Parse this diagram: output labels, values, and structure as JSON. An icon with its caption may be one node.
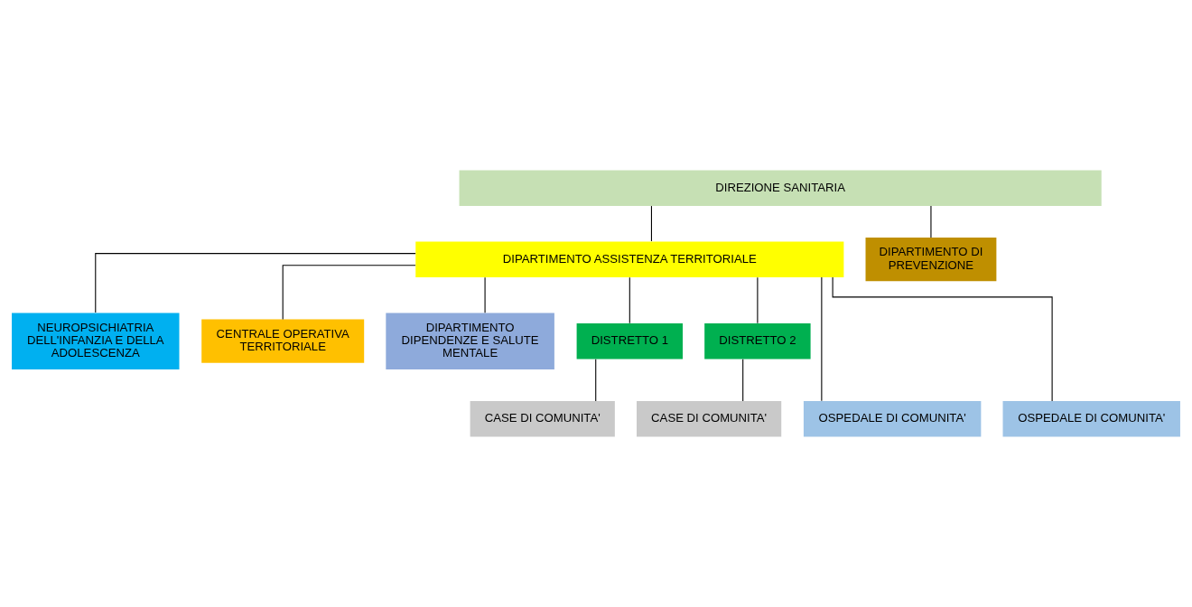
{
  "diagram": {
    "nodes": [
      {
        "text": [
          "DIREZIONE SANITARIA"
        ]
      },
      {
        "text": [
          "DIPARTIMENTO ASSISTENZA TERRITORIALE"
        ]
      },
      {
        "text": [
          "DIPARTIMENTO DI PREVENZIONE"
        ]
      },
      {
        "text": [
          "NEUROPSICHIATRIA DELL'INFANZIA E DELLA ADOLESCENZA"
        ]
      },
      {
        "text": [
          "CENTRALE OPERATIVA TERRITORIALE"
        ]
      },
      {
        "text": [
          "DIPARTIMENTO DIPENDENZE E SALUTE MENTALE"
        ]
      },
      {
        "text": [
          "DISTRETTO 1"
        ]
      },
      {
        "text": [
          "DISTRETTO 2"
        ]
      },
      {
        "text": [
          "OSPEDALE DI COMUNITA'"
        ]
      },
      {
        "text": [
          "CASE DI COMUNITA'"
        ]
      },
      {
        "text": [
          "CASE DI COMUNITA'"
        ]
      },
      {
        "text": [
          "OSPEDALE DI COMUNITA'"
        ]
      }
    ],
    "edges": [
      {
        "from": 0,
        "to": 1,
        "arrow": "none"
      },
      {
        "from": 0,
        "to": 2,
        "arrow": "none"
      },
      {
        "from": 1,
        "to": 3,
        "arrow": "none"
      },
      {
        "from": 1,
        "to": 4,
        "arrow": "none"
      },
      {
        "from": 1,
        "to": 6,
        "arrow": "none"
      },
      {
        "from": 1,
        "to": 8,
        "arrow": "none"
      },
      {
        "from": 1,
        "to": 7,
        "arrow": "none"
      },
      {
        "from": 1,
        "to": 11,
        "arrow": "none"
      },
      {
        "from": 1,
        "to": 5,
        "arrow": "none"
      },
      {
        "from": 6,
        "to": 9,
        "arrow": "none"
      },
      {
        "from": 7,
        "to": 10,
        "arrow": "none"
      }
    ]
  }
}
